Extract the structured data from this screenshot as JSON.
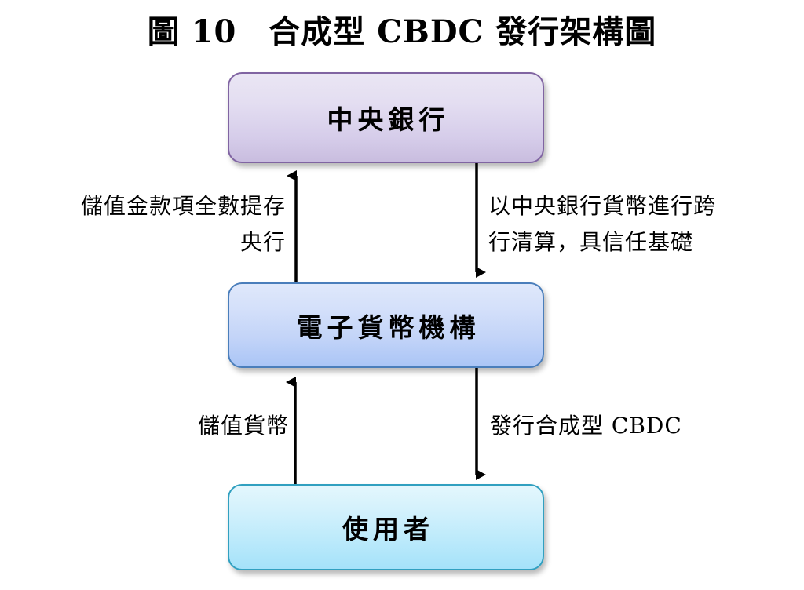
{
  "title": "圖 10　合成型 CBDC 發行架構圖",
  "diagram": {
    "type": "flow-diagram",
    "nodes": [
      {
        "id": "central-bank",
        "label": "中央銀行",
        "border_color": "#8064a2",
        "fill_top": "#eae6f4",
        "fill_bottom": "#c9bddf"
      },
      {
        "id": "emi",
        "label": "電子貨幣機構",
        "border_color": "#4a7ebb",
        "fill_top": "#dfe8fb",
        "fill_bottom": "#aac5f6"
      },
      {
        "id": "user",
        "label": "使用者",
        "border_color": "#31a0c0",
        "fill_top": "#e4f7fd",
        "fill_bottom": "#a5e2fa"
      }
    ],
    "edges": [
      {
        "id": "deposit-to-cb",
        "from": "emi",
        "to": "central-bank",
        "direction": "up",
        "label": "儲值金款項全數提存\n央行"
      },
      {
        "id": "settlement",
        "from": "central-bank",
        "to": "emi",
        "direction": "down",
        "label": "以中央銀行貨幣進行跨\n行清算，具信任基礎"
      },
      {
        "id": "stored-value",
        "from": "user",
        "to": "emi",
        "direction": "up",
        "label": "儲值貨幣"
      },
      {
        "id": "issue-scbdc",
        "from": "emi",
        "to": "user",
        "direction": "down",
        "label": "發行合成型 CBDC"
      }
    ],
    "arrow_color": "#000000"
  }
}
